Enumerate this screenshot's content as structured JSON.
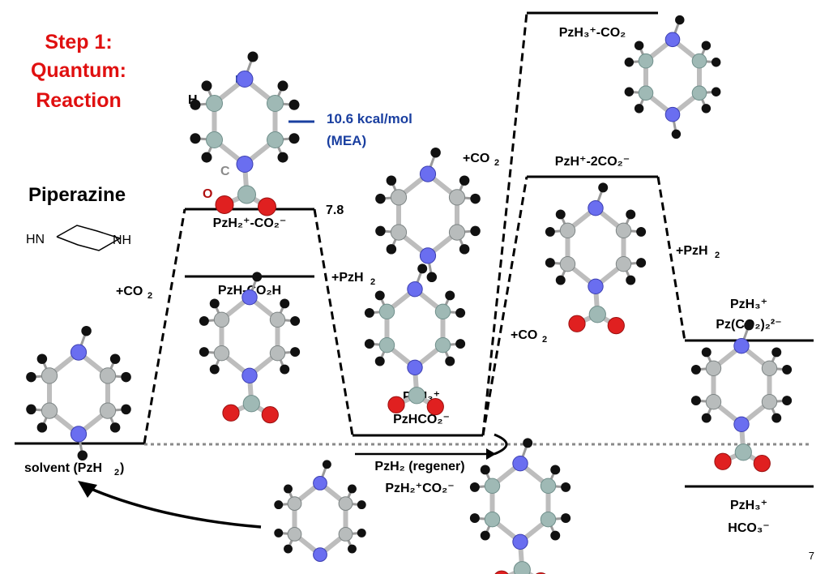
{
  "title": {
    "line1": "Step 1:",
    "line2": "Quantum:",
    "line3": "Reaction"
  },
  "piperazine": {
    "label": "Piperazine",
    "nh_left": "HN",
    "nh_right": "NH"
  },
  "atom_labels": {
    "h": "H",
    "n": "N",
    "c": "C",
    "o": "O"
  },
  "mea_note": {
    "line1": "10.6 kcal/mol",
    "line2": "(MEA)"
  },
  "level_value": "7.8",
  "states": {
    "solvent": "solvent (PzH",
    "solvent_sub": "2",
    "solvent_end": ")"
  },
  "labels": {
    "co2_1": "+CO",
    "co2_2": "+CO",
    "co2_3": "+CO",
    "pzh2_1": "+PzH",
    "pzh2_2": "+PzH",
    "sub2": "2"
  },
  "species": {
    "pzh2_co2": "PzH₂⁺-CO₂⁻",
    "pzh_co2h": "PzH-CO₂H",
    "pzh3_pzhco2_l1": "PzH₃⁺",
    "pzh3_pzhco2_l2": "PzHCO₂⁻",
    "pzh3_co2": "PzH₃⁺-CO₂",
    "pzh_2co2": "PzH⁺-2CO₂⁻",
    "pzh3_pzco2_l1": "PzH₃⁺",
    "pzh3_pzco2_l2": "Pz(CO₂)₂²⁻",
    "regener_l1": "PzH₂ (regener)",
    "regener_l2": "PzH₂⁺CO₂⁻",
    "hco3_l1": "PzH₃⁺",
    "hco3_l2": "HCO₃⁻"
  },
  "page_number": "7",
  "colors": {
    "title": "#e01010",
    "mea": "#1a3fa0",
    "nitrogen": "#6a6ef0",
    "oxygen": "#e02020",
    "carbon": "#b8bcbc"
  }
}
